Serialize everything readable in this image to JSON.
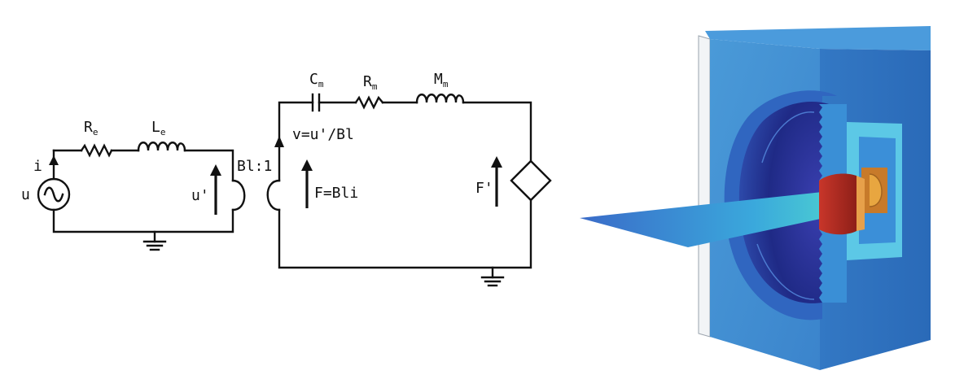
{
  "electrical": {
    "source_label": "u",
    "current_label": "i",
    "resistor": {
      "symbol": "R",
      "sub": "e"
    },
    "inductor": {
      "symbol": "L",
      "sub": "e"
    },
    "voltage_label": "u'",
    "ratio_label": "Bl:1"
  },
  "mechanical": {
    "capacitor": {
      "symbol": "C",
      "sub": "m"
    },
    "resistor": {
      "symbol": "R",
      "sub": "m"
    },
    "inductor": {
      "symbol": "M",
      "sub": "m"
    },
    "velocity_label": "v=u'/Bl",
    "force_label": "F=Bli",
    "dependent_force_label": "F'"
  },
  "render": {
    "colors": {
      "cabinet": "#3f8fd4",
      "cabinet_dark": "#2660b0",
      "cone": "#232f8e",
      "voice_coil": "#b52c20",
      "magnet": "#c77a2a",
      "plane": "#3fb2d8"
    }
  }
}
